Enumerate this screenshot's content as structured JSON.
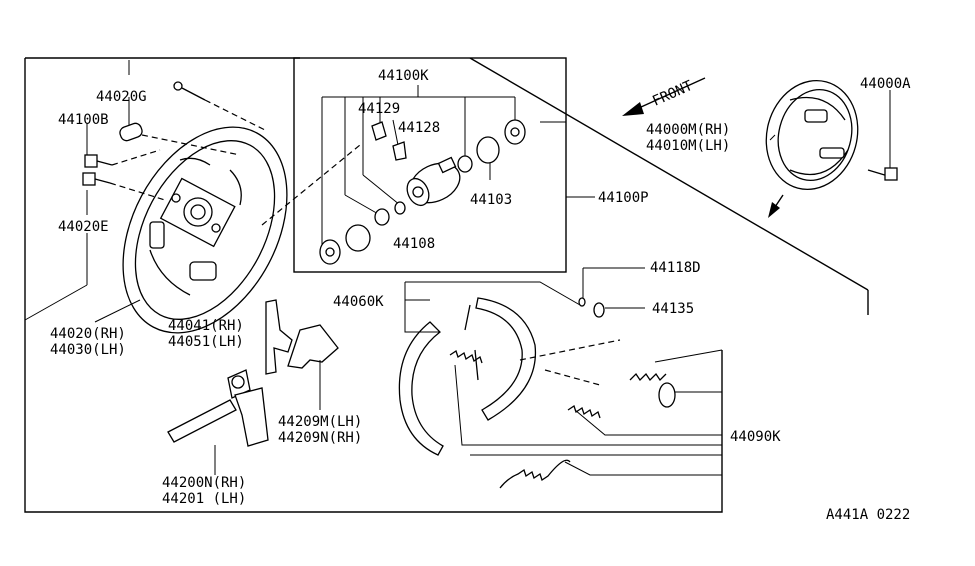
{
  "diagram_code": "A441A  0222",
  "front_label": "FRONT",
  "labels": {
    "p44020G": "44020G",
    "p44100B": "44100B",
    "p44020E": "44020E",
    "p44020_rh": "44020(RH)",
    "p44030_lh": "44030(LH)",
    "p44100K": "44100K",
    "p44129": "44129",
    "p44128": "44128",
    "p44103": "44103",
    "p44108": "44108",
    "p44100P": "44100P",
    "p44000A": "44000A",
    "p44000M_rh": "44000M(RH)",
    "p44010M_lh": "44010M(LH)",
    "p44118D": "44118D",
    "p44135": "44135",
    "p44060K": "44060K",
    "p44041_rh": "44041(RH)",
    "p44051_lh": "44051(LH)",
    "p44209M_lh": "44209M(LH)",
    "p44209N_rh": "44209N(RH)",
    "p44200N_rh": "44200N(RH)",
    "p44201_lh": "44201  (LH)",
    "p44090K": "44090K"
  }
}
